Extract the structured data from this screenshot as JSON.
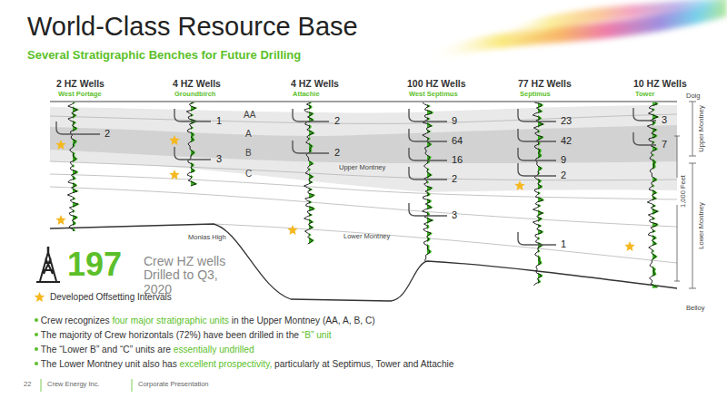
{
  "diagram": {
    "title": "World-Class Resource Base",
    "labels": [
      "Several Stratigraphic Benches for Future Drilling",
      "2 HZ Wells",
      "West Portage",
      "4 HZ Wells",
      "Groundbirch",
      "4 HZ Wells",
      "Attachie",
      "100 HZ Wells",
      "West Septimus",
      "77 HZ Wells",
      "Septimus",
      "10 HZ Wells",
      "Tower",
      "Doig",
      "2",
      "1",
      "AA",
      "A",
      "B",
      "C",
      "3",
      "2",
      "2",
      "Upper Montney",
      "9",
      "64",
      "16",
      "2",
      "3",
      "23",
      "42",
      "9",
      "2",
      "1",
      "3",
      "7",
      "Upper Montney",
      "1,000 Feet",
      "Lower Montney",
      "Monias High",
      "Lower Montney",
      "Belloy",
      "197",
      "Crew HZ wells Drilled to Q3, 2020",
      "Crew recognizes",
      "four major stratigraphic units",
      "in the Upper Montney (AA, A, B, C)",
      "The majority of Crew horizontals (72%) have been drilled in the",
      "“B” unit",
      "The “Lower B” and “C” units are",
      "essentially undrilled",
      "The Lower Montney unit also has",
      "excellent prospectivity,",
      "particularly at Septimus, Tower and Attachie",
      "22",
      "Crew Energy Inc.",
      "Corporate Presentation"
    ],
    "legend": [
      {
        "text": "Developed Offsetting Intervals"
      }
    ]
  }
}
